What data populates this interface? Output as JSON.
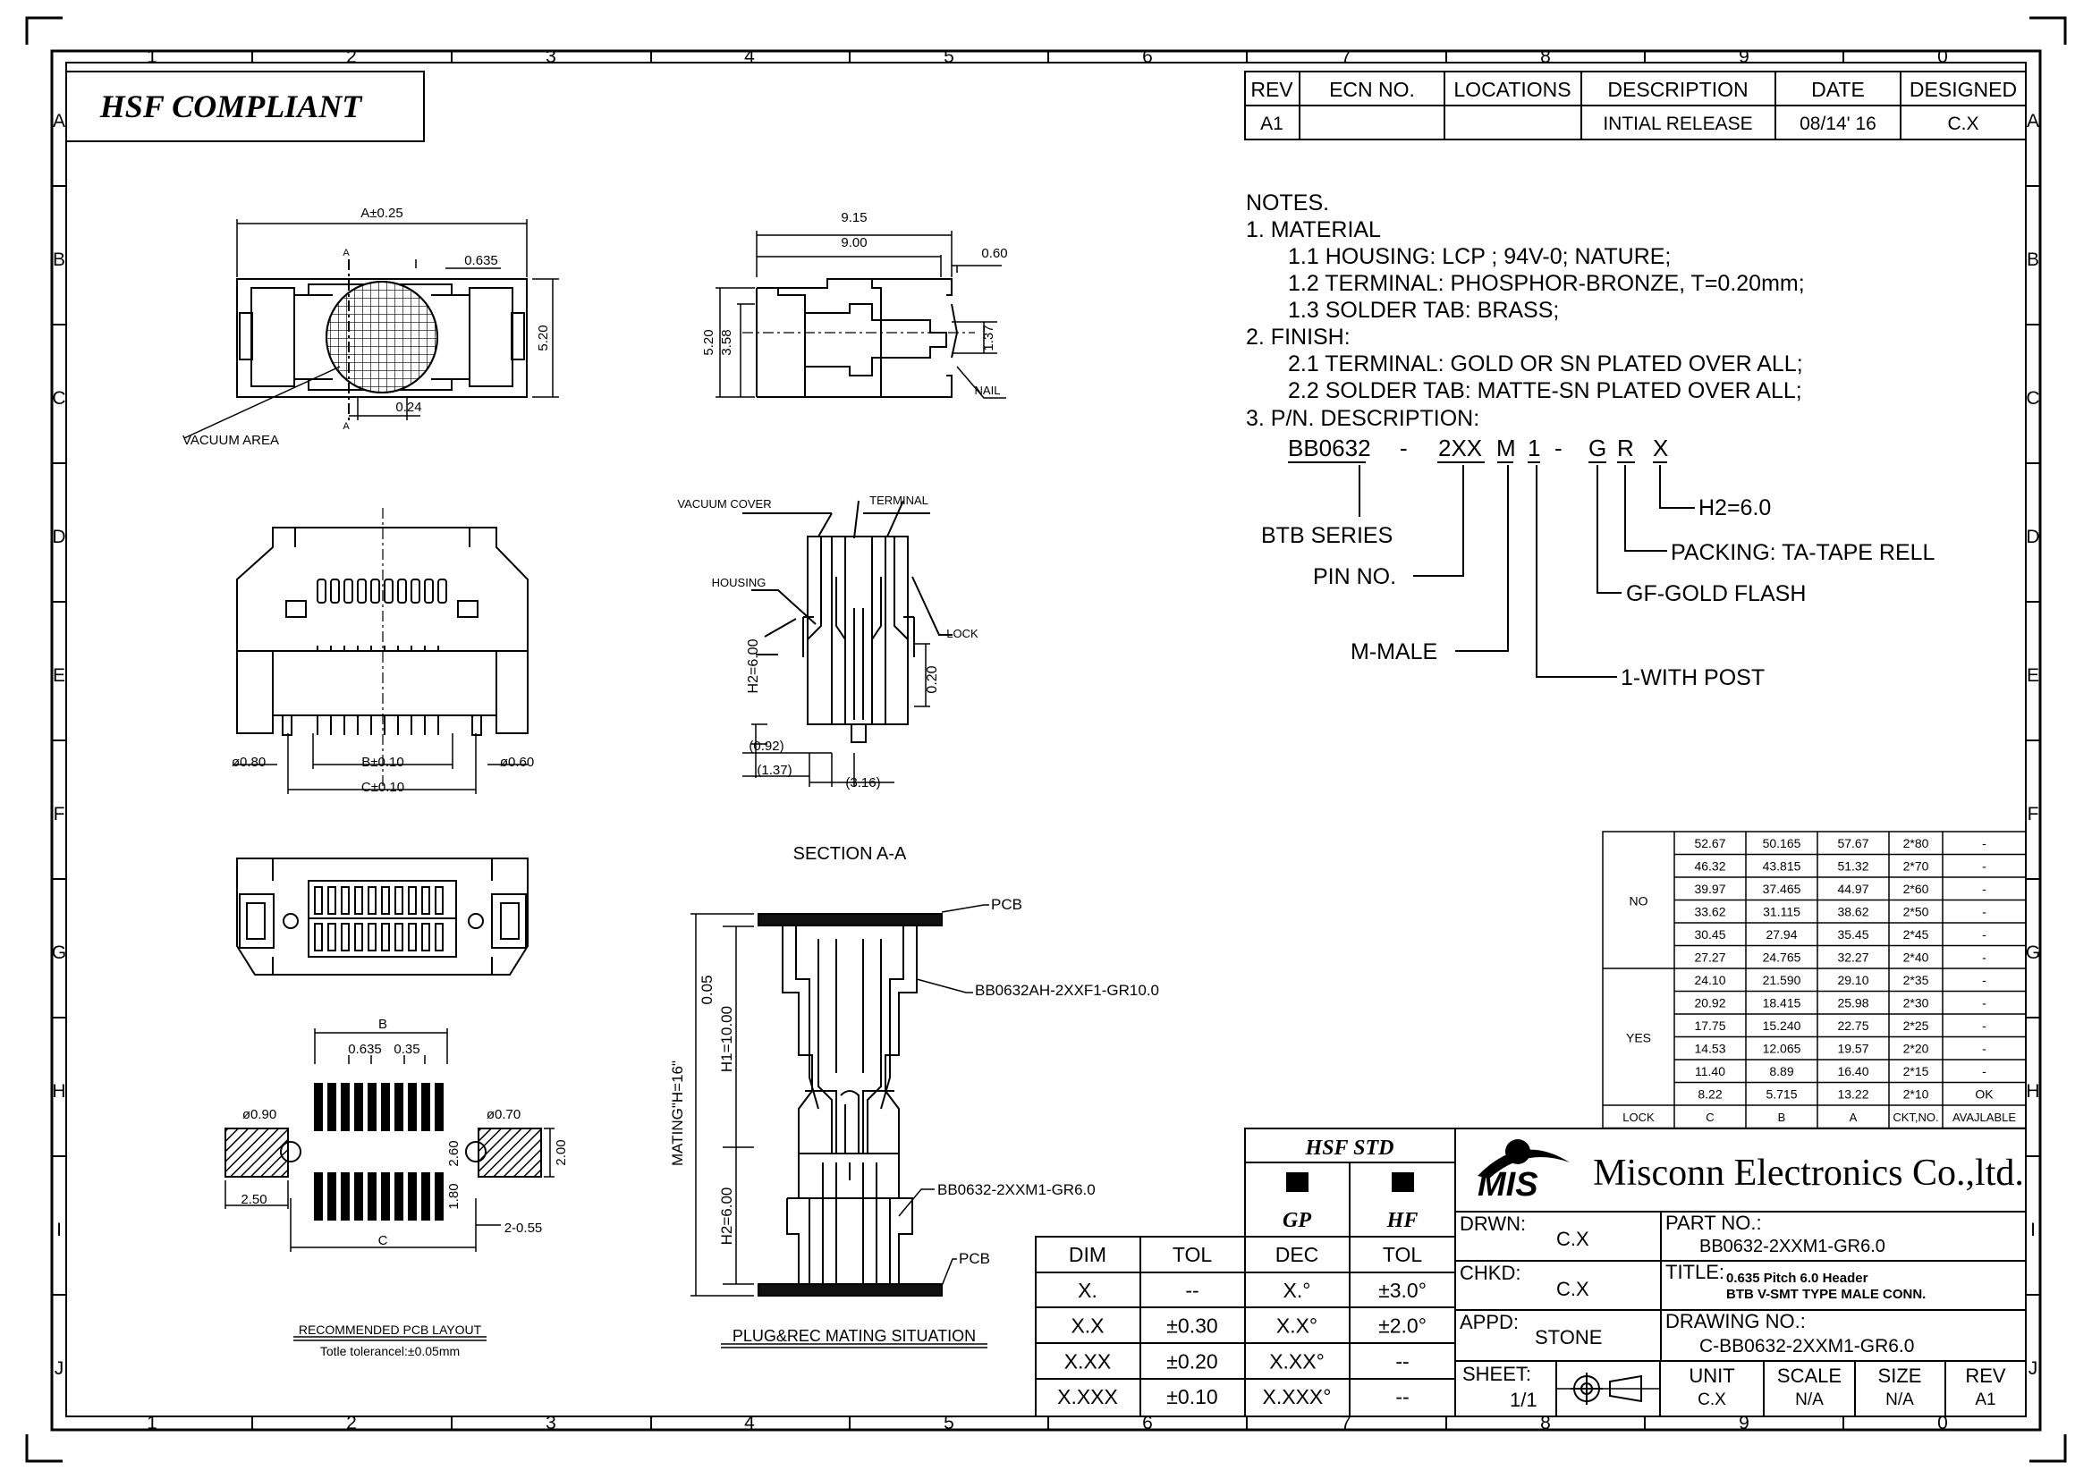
{
  "frame": {
    "col_labels": [
      "1",
      "2",
      "3",
      "4",
      "5",
      "6",
      "7",
      "8",
      "9",
      "0"
    ],
    "row_labels": [
      "A",
      "B",
      "C",
      "D",
      "E",
      "F",
      "G",
      "H",
      "I",
      "J"
    ]
  },
  "badge": "HSF COMPLIANT",
  "revision_table": {
    "headers": [
      "REV",
      "ECN NO.",
      "LOCATIONS",
      "DESCRIPTION",
      "DATE",
      "DESIGNED"
    ],
    "row": [
      "A1",
      "",
      "",
      "INTIAL RELEASE",
      "08/14' 16",
      "C.X"
    ]
  },
  "notes": {
    "heading": "NOTES.",
    "lines": [
      "1.  MATERIAL",
      "1.1 HOUSING: LCP ; 94V-0; NATURE;",
      "1.2 TERMINAL: PHOSPHOR-BRONZE, T=0.20mm;",
      "1.3 SOLDER TAB: BRASS;",
      "2. FINISH:",
      "2.1 TERMINAL: GOLD OR SN PLATED OVER ALL;",
      "2.2 SOLDER TAB: MATTE-SN PLATED OVER ALL;",
      "3. P/N. DESCRIPTION:"
    ],
    "pn": {
      "base": "BB0632",
      "dash1": "-",
      "pin": "2XX",
      "m": "M",
      "one": "1",
      "dash2": "-",
      "g": "G",
      "r": "R",
      "x": "X"
    },
    "pn_legend": {
      "h2": "H2=6.0",
      "series": "BTB  SERIES",
      "packing": "PACKING: TA-TAPE RELL",
      "pin_no": "PIN  NO.",
      "gold": "GF-GOLD FLASH",
      "male": "M-MALE",
      "post": "1-WITH  POST"
    }
  },
  "view_labels": {
    "top": {
      "a_dim": "A±0.25",
      "d0635": "0.635",
      "d520": "5.20",
      "d024": "0.24",
      "vacuum": "VACUUM  AREA",
      "a": "A"
    },
    "side": {
      "d915": "9.15",
      "d900": "9.00",
      "d060": "0.60",
      "d520": "5.20",
      "d358": "3.58",
      "d137": "1.37",
      "nail": "NAIL"
    },
    "front": {
      "phi080": "ø0.80",
      "b010": "B±0.10",
      "phi060": "ø0.60",
      "c010": "C±0.10"
    },
    "section": {
      "vac_cover": "VACUUM  COVER",
      "terminal": "TERMINAL",
      "housing": "HOUSING",
      "lock": "LOCK",
      "h2": "H2=6.00",
      "d020": "0.20",
      "d092": "(0.92)",
      "d137": "(1.37)",
      "d316": "(3.16)",
      "title": "SECTION  A-A"
    },
    "pcb_layout": {
      "b": "B",
      "d0635": "0.635",
      "d035": "0.35",
      "phi090": "ø0.90",
      "phi070": "ø0.70",
      "d250": "2.50",
      "d260": "2.60",
      "d180": "1.80",
      "d200": "2.00",
      "c": "C",
      "d255": "2-0.55",
      "title": "RECOMMENDED PCB LAYOUT",
      "subtitle": "Totle tolerancel:±0.05mm"
    },
    "mating": {
      "pcb1": "PCB",
      "part1": "BB0632AH-2XXF1-GR10.0",
      "d005": "0.05",
      "h1": "H1=10.00",
      "mating": "MATING\"H=16\"",
      "part2": "BB0632-2XXM1-GR6.0",
      "h2": "H2=6.00",
      "pcb2": "PCB",
      "title": "PLUG&REC  MATING  SITUATION"
    }
  },
  "ckt_table": {
    "headers": [
      "LOCK",
      "C",
      "B",
      "A",
      "CKT,NO.",
      "AVAJLABLE"
    ],
    "groups": [
      {
        "lock": "NO",
        "rows": [
          [
            "52.67",
            "50.165",
            "57.67",
            "2*80",
            "-"
          ],
          [
            "46.32",
            "43.815",
            "51.32",
            "2*70",
            "-"
          ],
          [
            "39.97",
            "37.465",
            "44.97",
            "2*60",
            "-"
          ],
          [
            "33.62",
            "31.115",
            "38.62",
            "2*50",
            "-"
          ],
          [
            "30.45",
            "27.94",
            "35.45",
            "2*45",
            "-"
          ],
          [
            "27.27",
            "24.765",
            "32.27",
            "2*40",
            "-"
          ]
        ]
      },
      {
        "lock": "YES",
        "rows": [
          [
            "24.10",
            "21.590",
            "29.10",
            "2*35",
            "-"
          ],
          [
            "20.92",
            "18.415",
            "25.98",
            "2*30",
            "-"
          ],
          [
            "17.75",
            "15.240",
            "22.75",
            "2*25",
            "-"
          ],
          [
            "14.53",
            "12.065",
            "19.57",
            "2*20",
            "-"
          ],
          [
            "11.40",
            "8.89",
            "16.40",
            "2*15",
            "-"
          ],
          [
            "8.22",
            "5.715",
            "13.22",
            "2*10",
            "OK"
          ]
        ]
      }
    ]
  },
  "tolerance": {
    "hsf_std": "HSF  STD",
    "gp": "GP",
    "hf": "HF",
    "headers": [
      "DIM",
      "TOL",
      "DEC",
      "TOL"
    ],
    "rows": [
      [
        "X.",
        "--",
        "X.°",
        "±3.0°"
      ],
      [
        "X.X",
        "±0.30",
        "X.X°",
        "±2.0°"
      ],
      [
        "X.XX",
        "±0.20",
        "X.XX°",
        "--"
      ],
      [
        "X.XXX",
        "±0.10",
        "X.XXX°",
        "--"
      ]
    ]
  },
  "title_block": {
    "logo": "MIS",
    "company": "Misconn Electronics Co.,ltd.",
    "drwn_label": "DRWN:",
    "drwn": "C.X",
    "chkd_label": "CHKD:",
    "chkd": "C.X",
    "appd_label": "APPD:",
    "appd": "STONE",
    "part_label": "PART NO.:",
    "part": "BB0632-2XXM1-GR6.0",
    "title_label": "TITLE:",
    "title1": "0.635 Pitch 6.0 Header",
    "title2": "BTB V-SMT TYPE MALE CONN.",
    "dwg_label": "DRAWING NO.:",
    "dwg": "C-BB0632-2XXM1-GR6.0",
    "sheet_label": "SHEET:",
    "sheet": "1/1",
    "unit_label": "UNIT",
    "unit": "C.X",
    "scale_label": "SCALE",
    "scale": "N/A",
    "size_label": "SIZE",
    "size": "N/A",
    "rev_label": "REV",
    "rev": "A1"
  }
}
